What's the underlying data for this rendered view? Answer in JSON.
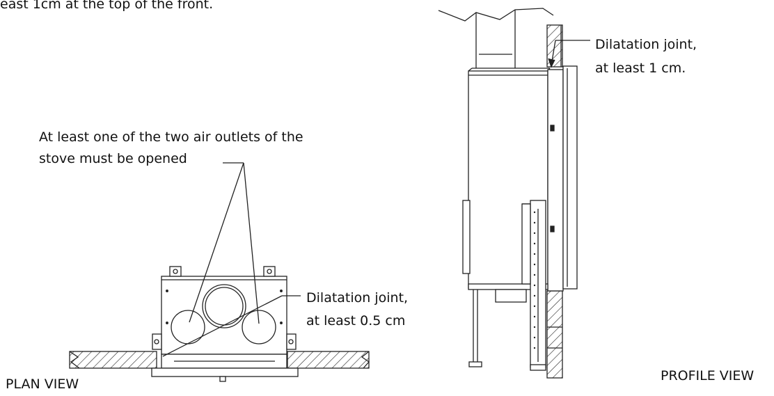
{
  "notes": {
    "top_note": "east 1cm at the top of the front.",
    "air_outlets_line1": "At least one of the two air outlets of the",
    "air_outlets_line2": "stove must be opened",
    "plan_joint_line1": "Dilatation joint,",
    "plan_joint_line2": "at least 0.5 cm",
    "profile_joint_line1": "Dilatation joint,",
    "profile_joint_line2": "at least 1 cm."
  },
  "views": {
    "plan": "PLAN VIEW",
    "profile": "PROFILE VIEW"
  }
}
